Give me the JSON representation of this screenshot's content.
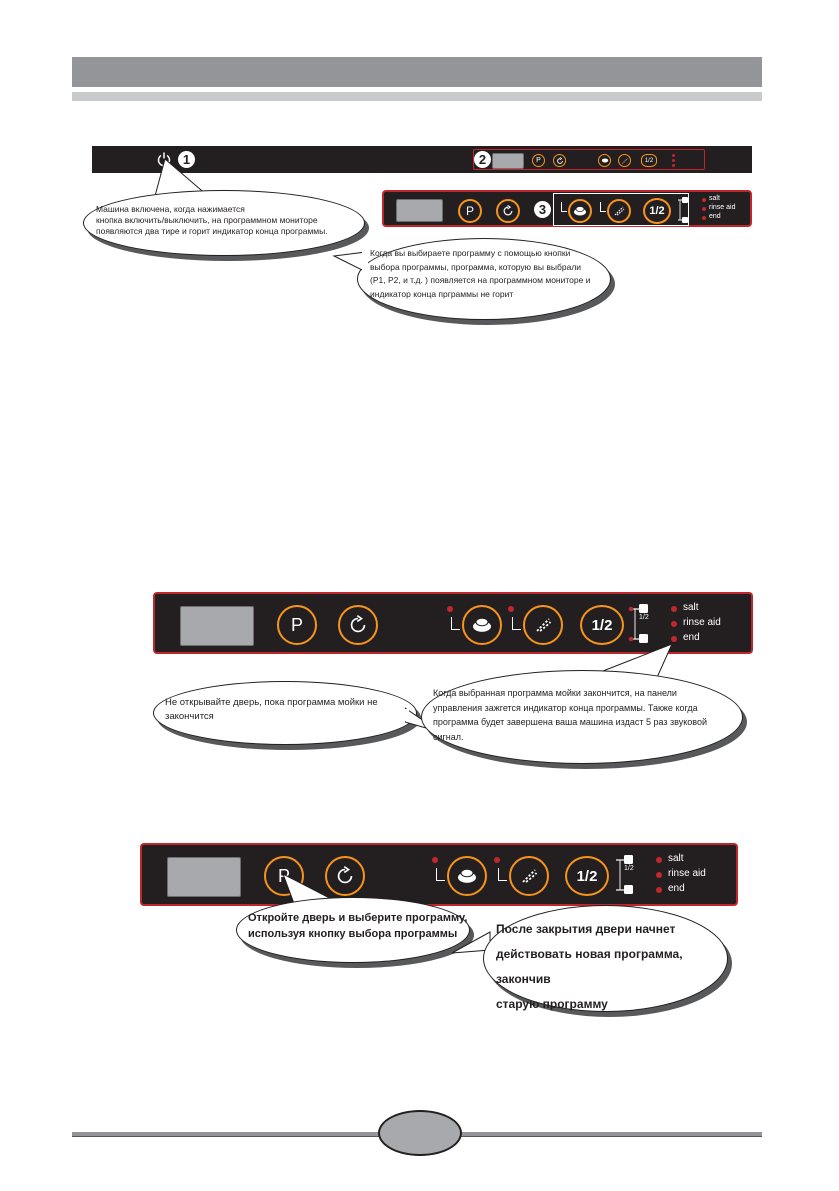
{
  "header": {
    "title": ""
  },
  "panel_labels": {
    "salt": "salt",
    "rinse_aid": "rinse aid",
    "end": "end",
    "half": "1/2",
    "p": "P"
  },
  "markers": {
    "one": "1",
    "two": "2",
    "three": "3"
  },
  "callouts": {
    "power_on": "Машина включена, когда  нажимается\nкнопка включить/выключить, на программном мониторе\nпоявляются два тире и горит индикатор конца программы.",
    "program_select": "Когда вы выбираете программу с помощью кнопки\nвыбора программы, программа, которую вы выбрали\n(P1, P2, и т.д. ) появляется на программном мониторе и\nиндикатор конца прграммы не горит",
    "do_not_open": "Не открывайте дверь, пока программа мойки не\nзакончится",
    "program_end": "Когда выбранная программа мойки закончится, на панели\nуправления зажгется индикатор конца программы. Также когда\nпрограмма будет завершена ваша машина издаст 5 раз звуковой\nсигнал.",
    "open_door_select": "Откройте дверь и выберите программу,\nиспользуя кнопку выбора программы",
    "after_close": "После закрытия двери начнет\nдействовать новая программа, закончив\nстарую программу"
  },
  "footer": {
    "page_number": ""
  },
  "colors": {
    "panel": "#231f20",
    "accent_orange": "#f7941d",
    "led_red": "#c1272d",
    "header_gray": "#939598"
  }
}
